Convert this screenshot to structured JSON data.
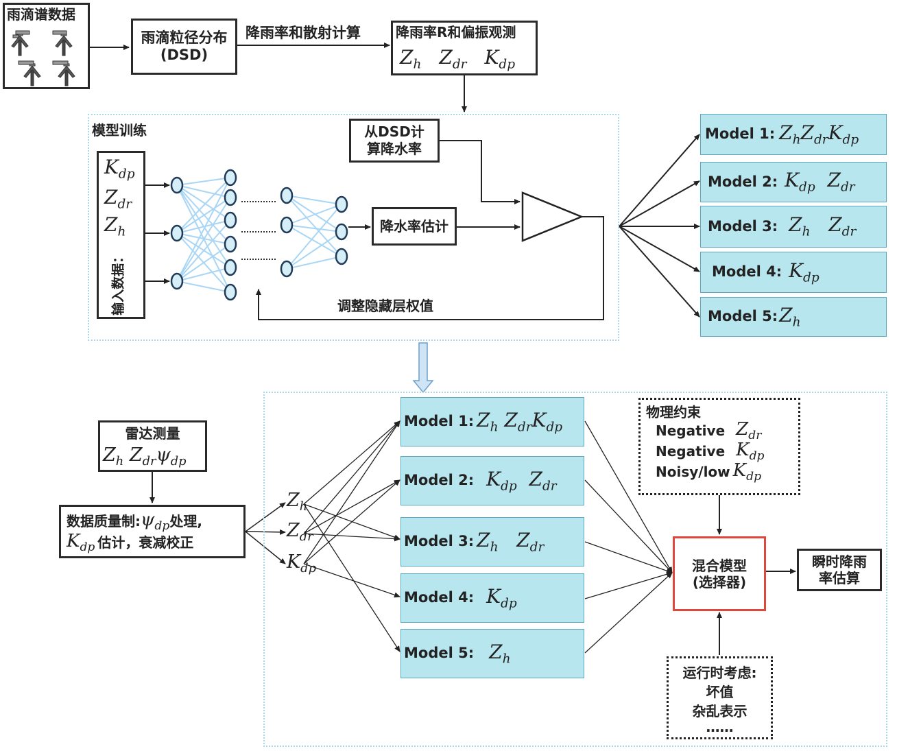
{
  "top": {
    "rain_spectrum_label": "雨滴谱数据",
    "dsd_label_1": "雨滴粒径分布",
    "dsd_label_2": "(DSD)",
    "calc_label": "降雨率和散射计算",
    "obs_label": "降雨率R和偏振观测",
    "obs_vars": [
      "Z",
      "h",
      "Z",
      "dr",
      "K",
      "dp"
    ]
  },
  "training": {
    "title": "模型训练",
    "input_label": "输入数据：",
    "inputs": [
      {
        "base": "K",
        "sub": "dp"
      },
      {
        "base": "Z",
        "sub": "dr"
      },
      {
        "base": "Z",
        "sub": "h"
      }
    ],
    "dsd_rate_1": "从DSD计",
    "dsd_rate_2": "算降水率",
    "estimate_label": "降水率估计",
    "feedback_label": "调整隐藏层权值"
  },
  "models_top": [
    {
      "label": "Model 1:",
      "vars": [
        {
          "base": "Z",
          "sub": "h"
        },
        {
          "base": "Z",
          "sub": "dr"
        },
        {
          "base": "K",
          "sub": "dp"
        }
      ]
    },
    {
      "label": "Model 2:",
      "vars": [
        {
          "base": "K",
          "sub": "dp"
        },
        {
          "base": "Z",
          "sub": "dr"
        }
      ]
    },
    {
      "label": "Model 3:",
      "vars": [
        {
          "base": "Z",
          "sub": "h"
        },
        {
          "base": "Z",
          "sub": "dr"
        }
      ]
    },
    {
      "label": "Model 4:",
      "vars": [
        {
          "base": "K",
          "sub": "dp"
        }
      ]
    },
    {
      "label": "Model 5:",
      "vars": [
        {
          "base": "Z",
          "sub": "h"
        }
      ]
    }
  ],
  "bottom": {
    "radar_label": "雷达测量",
    "radar_vars": [
      {
        "base": "Z",
        "sub": "h"
      },
      {
        "base": "Z",
        "sub": "dr"
      },
      {
        "base": "ψ",
        "sub": "dp"
      }
    ],
    "qc_label_1a": "数据质量制: ",
    "qc_psi": {
      "base": "ψ",
      "sub": "dp"
    },
    "qc_label_1b": "处理,",
    "qc_kdp": {
      "base": "K",
      "sub": "dp"
    },
    "qc_label_2": "估计，衰减校正",
    "split_vars": [
      {
        "base": "Z",
        "sub": "h"
      },
      {
        "base": "Z",
        "sub": "dr"
      },
      {
        "base": "K",
        "sub": "dp"
      }
    ],
    "physics_title": "物理约束",
    "physics_items": [
      {
        "text": "Negative",
        "var": {
          "base": "Z",
          "sub": "dr"
        }
      },
      {
        "text": "Negative",
        "var": {
          "base": "K",
          "sub": "dp"
        }
      },
      {
        "text": "Noisy/low",
        "var": {
          "base": "K",
          "sub": "dp"
        }
      }
    ],
    "mixed_1": "混合模型",
    "mixed_2": "(选择器)",
    "result_1": "瞬时降雨",
    "result_2": "率估算",
    "runtime_title": "运行时考虑:",
    "runtime_items": [
      "坏值",
      "杂乱表示",
      "……"
    ]
  },
  "models_bottom": [
    {
      "label": "Model 1:",
      "vars": [
        {
          "base": "Z",
          "sub": "h"
        },
        {
          "base": "Z",
          "sub": "dr"
        },
        {
          "base": "K",
          "sub": "dp"
        }
      ]
    },
    {
      "label": "Model 2:",
      "vars": [
        {
          "base": "K",
          "sub": "dp"
        },
        {
          "base": "Z",
          "sub": "dr"
        }
      ]
    },
    {
      "label": "Model 3:",
      "vars": [
        {
          "base": "Z",
          "sub": "h"
        },
        {
          "base": "Z",
          "sub": "dr"
        }
      ]
    },
    {
      "label": "Model 4:",
      "vars": [
        {
          "base": "K",
          "sub": "dp"
        }
      ]
    },
    {
      "label": "Model 5:",
      "vars": [
        {
          "base": "Z",
          "sub": "h"
        }
      ]
    }
  ],
  "colors": {
    "teal": "#b8e6ef",
    "selector_border": "#e0473c",
    "arrow": "#222222",
    "nn_edge": "#a9d6f5"
  }
}
